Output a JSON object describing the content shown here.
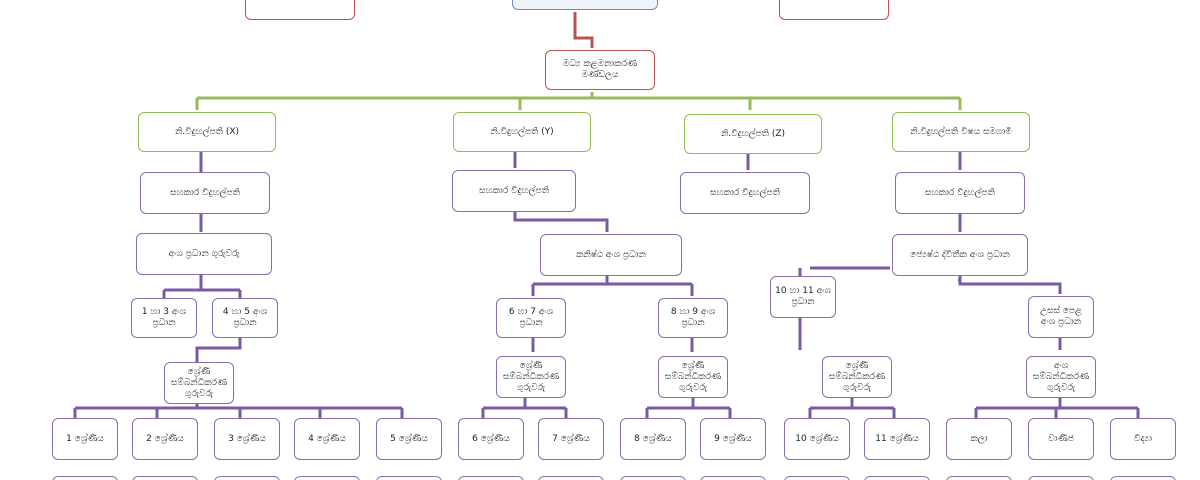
{
  "top": {
    "left_partial": "",
    "center_partial": "",
    "right_partial": ""
  },
  "root": "මධ්‍ය කළමනාකරණ මණ්ඩලය",
  "branches": [
    {
      "title": "නි.විදුහල්පති (X)"
    },
    {
      "title": "නි.විදුහල්පති (Y)"
    },
    {
      "title": "නි.විදුහල්පති (Z)"
    },
    {
      "title": "නි.විදුහල්පති විෂය සමගාමී"
    }
  ],
  "assistant_principal": "සහකාර විදුහල්පති",
  "section_heads": {
    "x": "අංශ ප්‍රධාන ගුරුවරු",
    "y": "කනිෂ්ඨ අංශ ප්‍රධාන",
    "co": "ජ්‍යෙෂ්ඨ ද්විතීක අංශ ප්‍රධාන"
  },
  "grade_heads": {
    "g1_3": "1 හා 3 අංශ ප්‍රධාන",
    "g4_5": "4 හා 5 අංශ ප්‍රධාන",
    "g6_7": "6 හා 7 අංශ ප්‍රධාන",
    "g8_9": "8 හා 9 අංශ ප්‍රධාන",
    "g10_11": "10 හා 11 අංශ ප්‍රධාන",
    "al": "උසස් පෙළ අංශ ප්‍රධාන"
  },
  "coordinators": {
    "grade": "ශ්‍රේණි සම්බන්ධීකරණ ගුරුවරු",
    "section": "අංශ සම්බන්ධීකරණ ගුරුවරු"
  },
  "grades": [
    "1 ශ්‍රේණිය",
    "2 ශ්‍රේණිය",
    "3 ශ්‍රේණිය",
    "4 ශ්‍රේණිය",
    "5 ශ්‍රේණිය",
    "6 ශ්‍රේණිය",
    "7 ශ්‍රේණිය",
    "8 ශ්‍රේණිය",
    "9 ශ්‍රේණිය",
    "10 ශ්‍රේණිය",
    "11 ශ්‍රේණිය"
  ],
  "streams": [
    "කලා",
    "වාණිජ",
    "විද්‍යා"
  ],
  "colors": {
    "red": "#b85450",
    "green": "#97bb5a",
    "purple": "#7a5aa6",
    "blue": "#6c8ebf"
  }
}
